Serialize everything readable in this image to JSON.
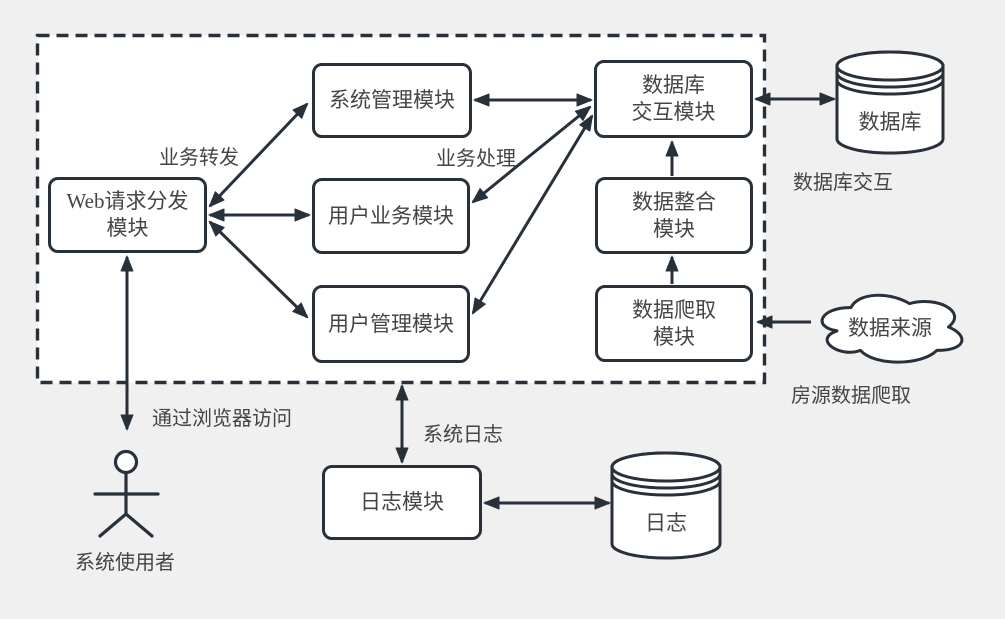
{
  "colors": {
    "background": "#f0f0f0",
    "canvas_fill": "#ffffff",
    "stroke": "#28303a",
    "text": "#454545"
  },
  "modules": {
    "web_dispatch": {
      "lines": [
        "Web请求分发",
        "模块"
      ]
    },
    "system_mgmt": {
      "lines": [
        "系统管理模块"
      ]
    },
    "user_business": {
      "lines": [
        "用户业务模块"
      ]
    },
    "user_mgmt": {
      "lines": [
        "用户管理模块"
      ]
    },
    "db_interaction": {
      "lines": [
        "数据库",
        "交互模块"
      ]
    },
    "data_integration": {
      "lines": [
        "数据整合",
        "模块"
      ]
    },
    "data_crawling": {
      "lines": [
        "数据爬取",
        "模块"
      ]
    },
    "log_module": {
      "lines": [
        "日志模块"
      ]
    }
  },
  "datastores": {
    "database": {
      "label": "数据库"
    },
    "log": {
      "label": "日志"
    }
  },
  "externals": {
    "data_source_cloud": {
      "label": "数据来源"
    },
    "system_user": {
      "label": "系统使用者"
    }
  },
  "edge_labels": {
    "business_forwarding": "业务转发",
    "business_processing": "业务处理",
    "database_interaction": "数据库交互",
    "housing_data_crawling": "房源数据爬取",
    "browser_access": "通过浏览器访问",
    "system_log": "系统日志"
  }
}
